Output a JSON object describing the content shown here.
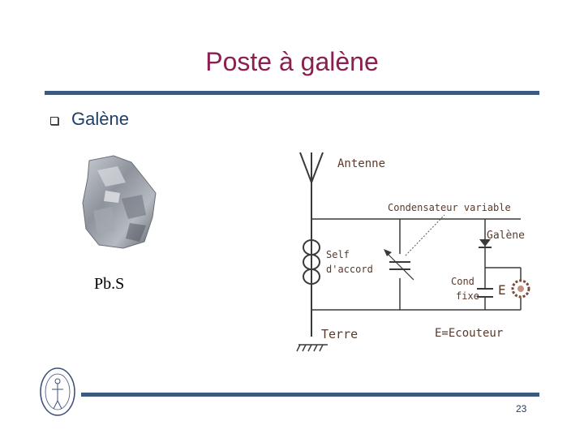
{
  "slide": {
    "title": "Poste à galène",
    "bullet": "Galène",
    "formula": "Pb.S",
    "page_number": "23"
  },
  "diagram": {
    "labels": {
      "antenna": "Antenne",
      "variable_capacitor": "Condensateur variable",
      "galena": "Galène",
      "coil_line1": "Self",
      "coil_line2": "d'accord",
      "fixed_cap_line1": "Cond",
      "fixed_cap_line2": "fixe",
      "earphone_symbol": "E",
      "ground": "Terre",
      "legend": "E=Ecouteur"
    }
  },
  "colors": {
    "title": "#8b1f4f",
    "text": "#1f3f66",
    "rule": "#3c5a80",
    "diagram_label": "#5a3a2a"
  }
}
